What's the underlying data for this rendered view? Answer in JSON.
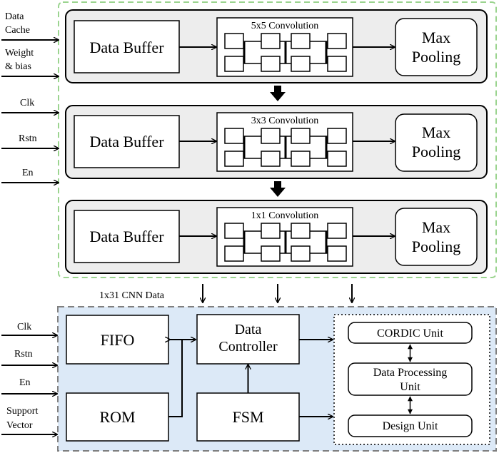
{
  "inputs_top": {
    "data_cache": [
      "Data",
      "Cache"
    ],
    "weight_bias": [
      "Weight",
      "& bias"
    ],
    "clk": "Clk",
    "rstn": "Rstn",
    "en": "En"
  },
  "stages": [
    {
      "buffer_label": "Data Buffer",
      "conv_label": "5x5 Convolution",
      "pool_label": [
        "Max",
        "Pooling"
      ]
    },
    {
      "buffer_label": "Data Buffer",
      "conv_label": "3x3 Convolution",
      "pool_label": [
        "Max",
        "Pooling"
      ]
    },
    {
      "buffer_label": "Data Buffer",
      "conv_label": "1x1 Convolution",
      "pool_label": [
        "Max",
        "Pooling"
      ]
    }
  ],
  "cnn_data_label": "1x31 CNN Data",
  "inputs_bottom": {
    "clk": "Clk",
    "rstn": "Rstn",
    "en": "En",
    "support_vector": [
      "Support",
      "Vector"
    ]
  },
  "svm": {
    "fifo": "FIFO",
    "rom": "ROM",
    "data_controller": [
      "Data",
      "Controller"
    ],
    "fsm": "FSM",
    "cordic_unit": "CORDIC Unit",
    "data_processing_unit": [
      "Data Processing",
      "Unit"
    ],
    "design_unit": "Design Unit"
  },
  "colors": {
    "cnn_border": "#9bd48f",
    "stage_fill": "#ededed",
    "svm_fill": "#dce9f7",
    "svm_border": "#7f7f7f",
    "stroke": "#000000"
  }
}
